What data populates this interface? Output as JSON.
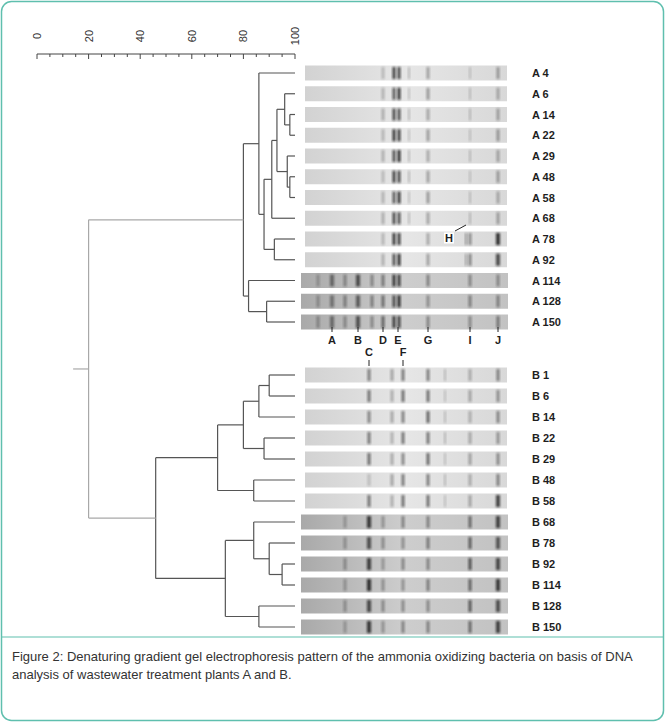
{
  "diagram": {
    "caption": "Figure 2: Denaturing gradient gel electrophoresis pattern of the ammonia oxidizing bacteria on basis of DNA analysis of wastewater treatment plants A and B.",
    "labels": [
      "0",
      "20",
      "40",
      "60",
      "80",
      "100",
      "A 4",
      "A 6",
      "A 14",
      "A 22",
      "A 29",
      "A 48",
      "A 58",
      "A 68",
      "A 78",
      "A 92",
      "A 114",
      "A 128",
      "A 150",
      "H",
      "A",
      "B",
      "D",
      "E",
      "G",
      "I",
      "J",
      "C",
      "F",
      "B 1",
      "B 6",
      "B 14",
      "B 22",
      "B 29",
      "B 48",
      "B 58",
      "B 68",
      "B 78",
      "B 92",
      "B 114",
      "B 128",
      "B 150"
    ]
  }
}
